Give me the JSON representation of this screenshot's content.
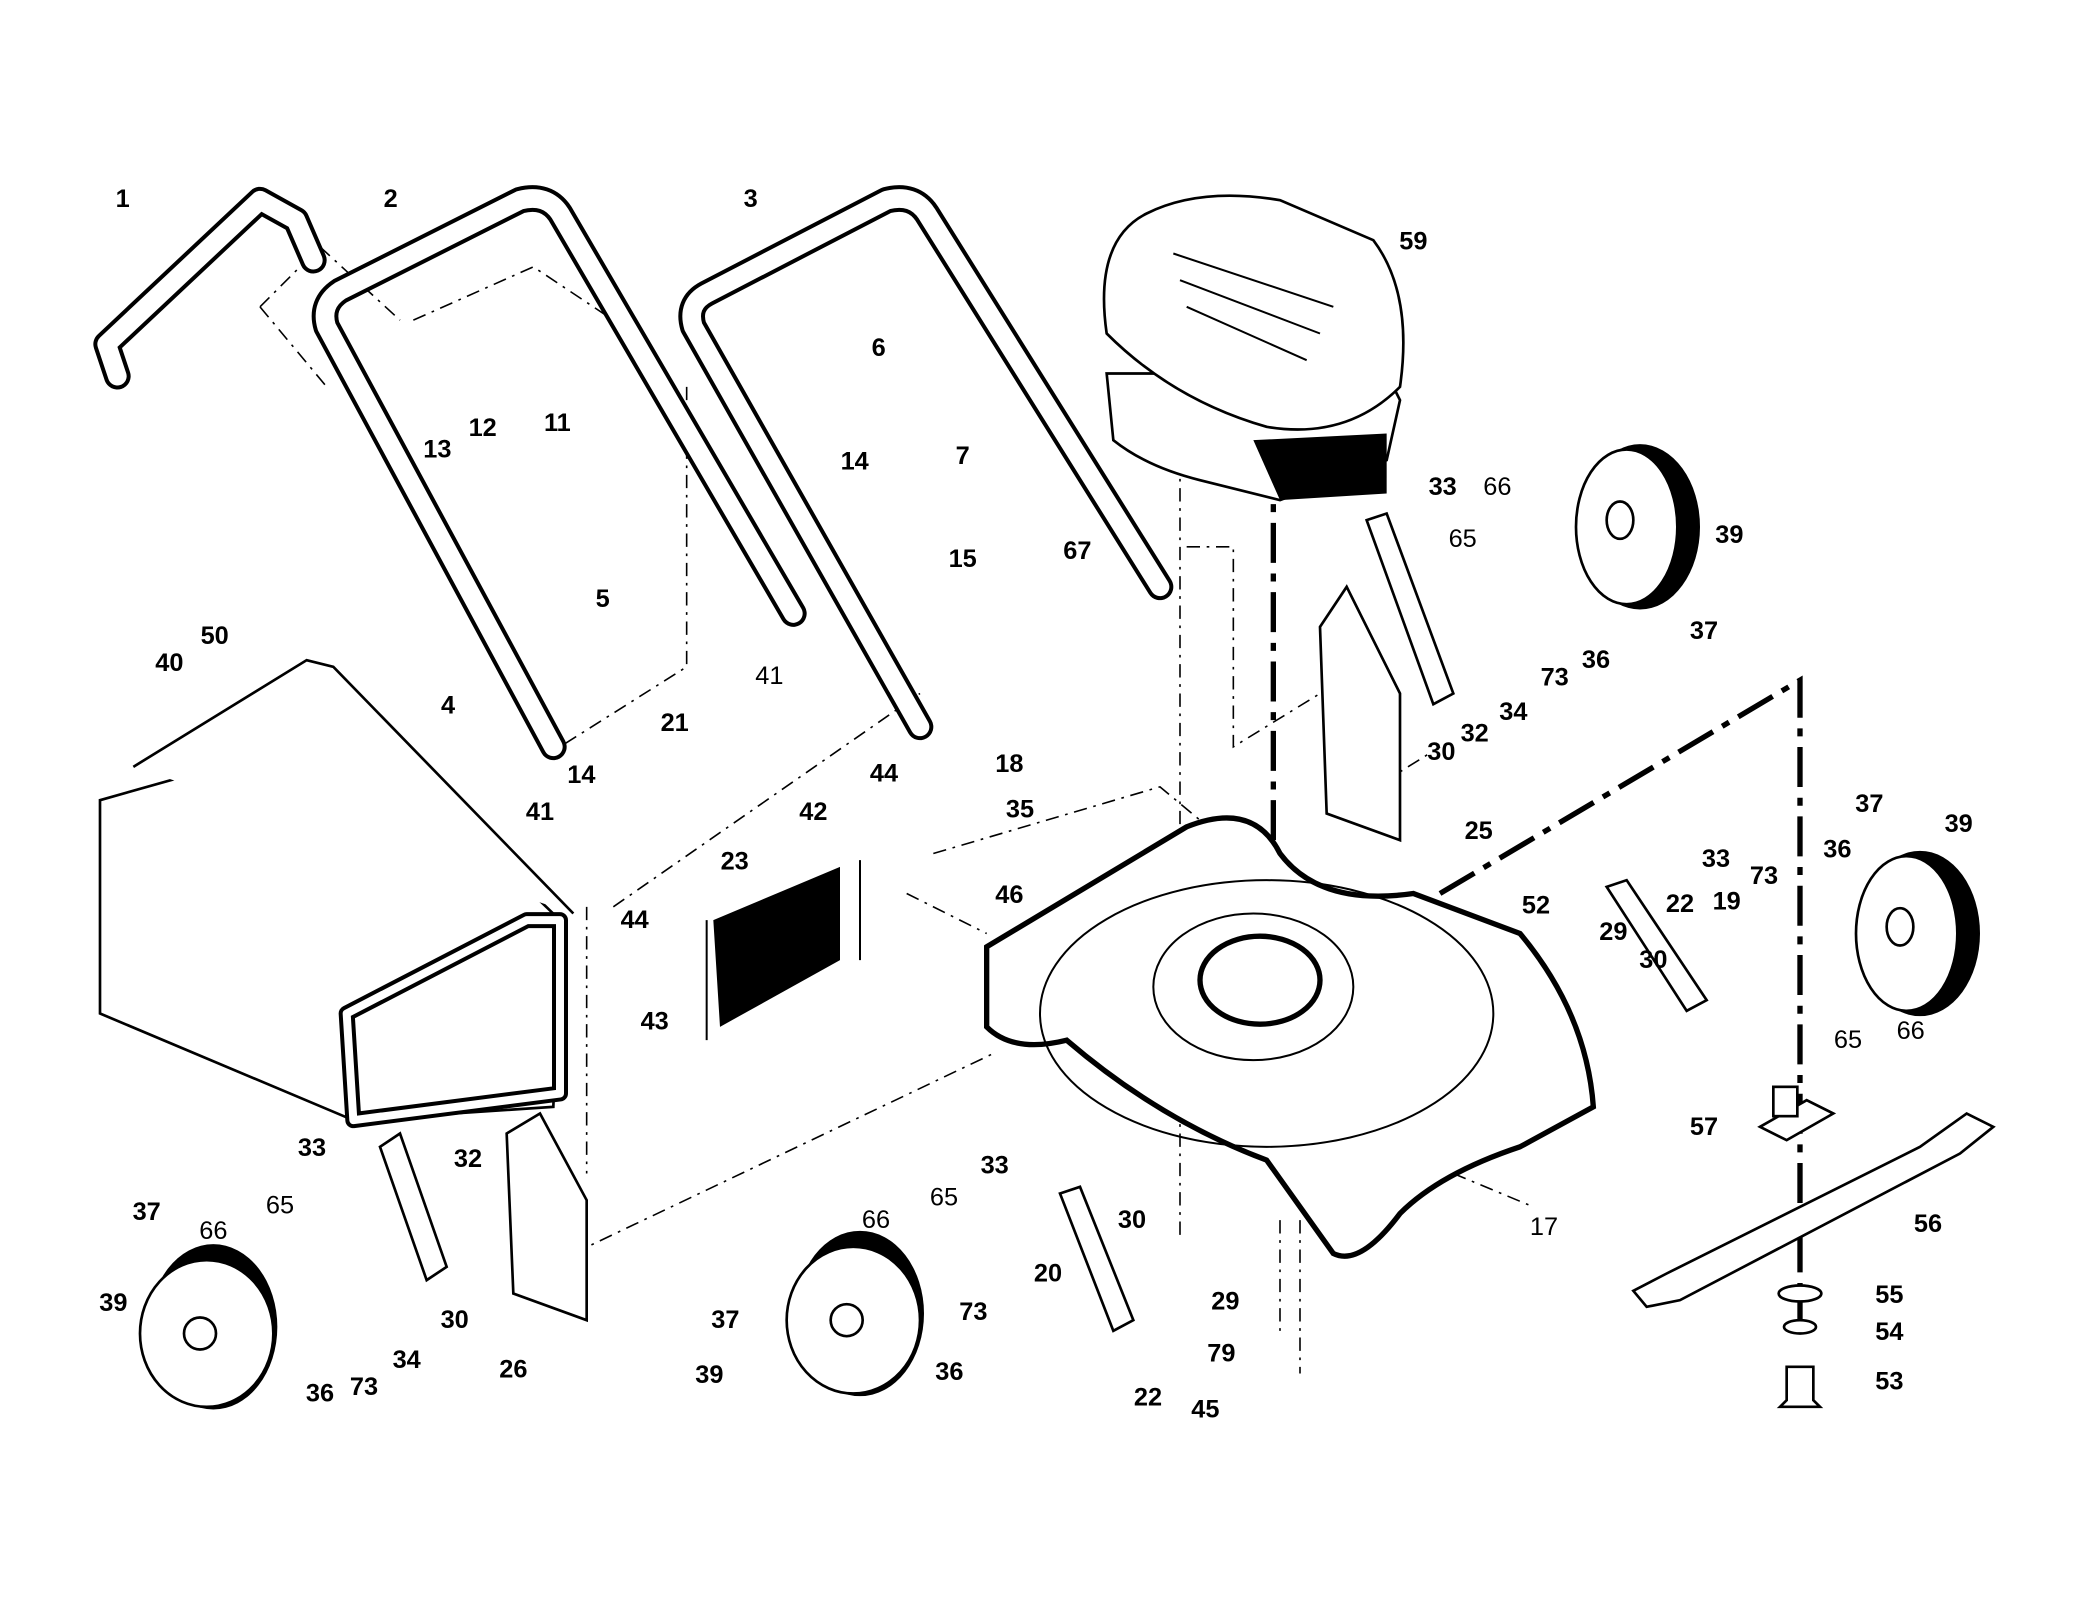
{
  "diagram": {
    "type": "exploded parts diagram",
    "colors": {
      "line": "#000000",
      "background": "#ffffff"
    },
    "callouts": [
      "1",
      "2",
      "3",
      "59",
      "6",
      "12",
      "11",
      "13",
      "7",
      "14",
      "33",
      "66",
      "65",
      "39",
      "5",
      "67",
      "15",
      "37",
      "36",
      "73",
      "4",
      "40",
      "50",
      "41",
      "32",
      "34",
      "30",
      "21",
      "14",
      "18",
      "44",
      "35",
      "42",
      "41",
      "25",
      "37",
      "39",
      "33",
      "36",
      "73",
      "46",
      "23",
      "52",
      "22",
      "19",
      "29",
      "30",
      "44",
      "43",
      "65",
      "66",
      "57",
      "56",
      "17",
      "33",
      "32",
      "37",
      "66",
      "65",
      "33",
      "65",
      "66",
      "30",
      "29",
      "20",
      "79",
      "73",
      "55",
      "54",
      "53",
      "39",
      "30",
      "34",
      "26",
      "36",
      "73",
      "37",
      "39",
      "36",
      "22",
      "45"
    ]
  }
}
